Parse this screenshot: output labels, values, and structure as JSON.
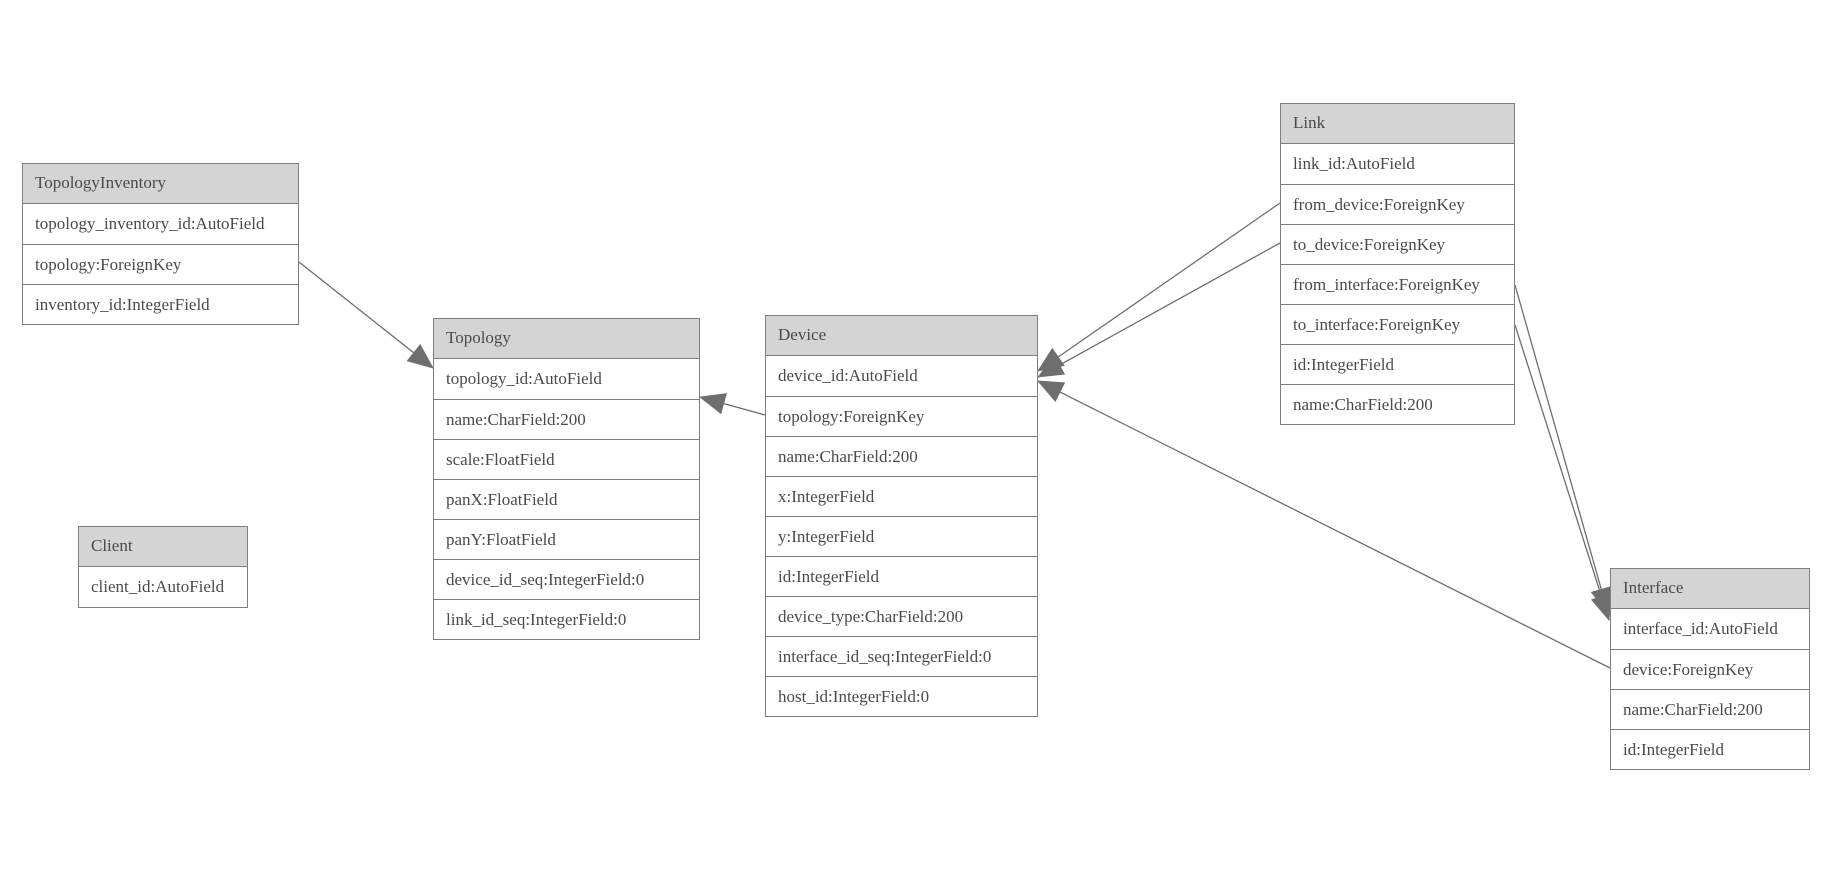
{
  "diagram": {
    "type": "entity-relationship-model",
    "colors": {
      "background": "#ffffff",
      "header_fill": "#d4d4d4",
      "row_fill": "#ffffff",
      "border": "#7f7f7f",
      "text": "#4a4a4a",
      "edge": "#6e6e6e",
      "arrowhead": "#6e6e6e"
    },
    "entities": [
      {
        "name": "TopologyInventory",
        "fields": [
          "topology_inventory_id:AutoField",
          "topology:ForeignKey",
          "inventory_id:IntegerField"
        ]
      },
      {
        "name": "Topology",
        "fields": [
          "topology_id:AutoField",
          "name:CharField:200",
          "scale:FloatField",
          "panX:FloatField",
          "panY:FloatField",
          "device_id_seq:IntegerField:0",
          "link_id_seq:IntegerField:0"
        ]
      },
      {
        "name": "Client",
        "fields": [
          "client_id:AutoField"
        ]
      },
      {
        "name": "Device",
        "fields": [
          "device_id:AutoField",
          "topology:ForeignKey",
          "name:CharField:200",
          "x:IntegerField",
          "y:IntegerField",
          "id:IntegerField",
          "device_type:CharField:200",
          "interface_id_seq:IntegerField:0",
          "host_id:IntegerField:0"
        ]
      },
      {
        "name": "Link",
        "fields": [
          "link_id:AutoField",
          "from_device:ForeignKey",
          "to_device:ForeignKey",
          "from_interface:ForeignKey",
          "to_interface:ForeignKey",
          "id:IntegerField",
          "name:CharField:200"
        ]
      },
      {
        "name": "Interface",
        "fields": [
          "interface_id:AutoField",
          "device:ForeignKey",
          "name:CharField:200",
          "id:IntegerField"
        ]
      }
    ],
    "relationships": [
      {
        "from": "TopologyInventory.topology",
        "to": "Topology.topology_id"
      },
      {
        "from": "Device.topology",
        "to": "Topology.topology_id"
      },
      {
        "from": "Link.from_device",
        "to": "Device.device_id"
      },
      {
        "from": "Link.to_device",
        "to": "Device.device_id"
      },
      {
        "from": "Link.from_interface",
        "to": "Interface.interface_id"
      },
      {
        "from": "Link.to_interface",
        "to": "Interface.interface_id"
      },
      {
        "from": "Interface.device",
        "to": "Device.device_id"
      }
    ]
  }
}
